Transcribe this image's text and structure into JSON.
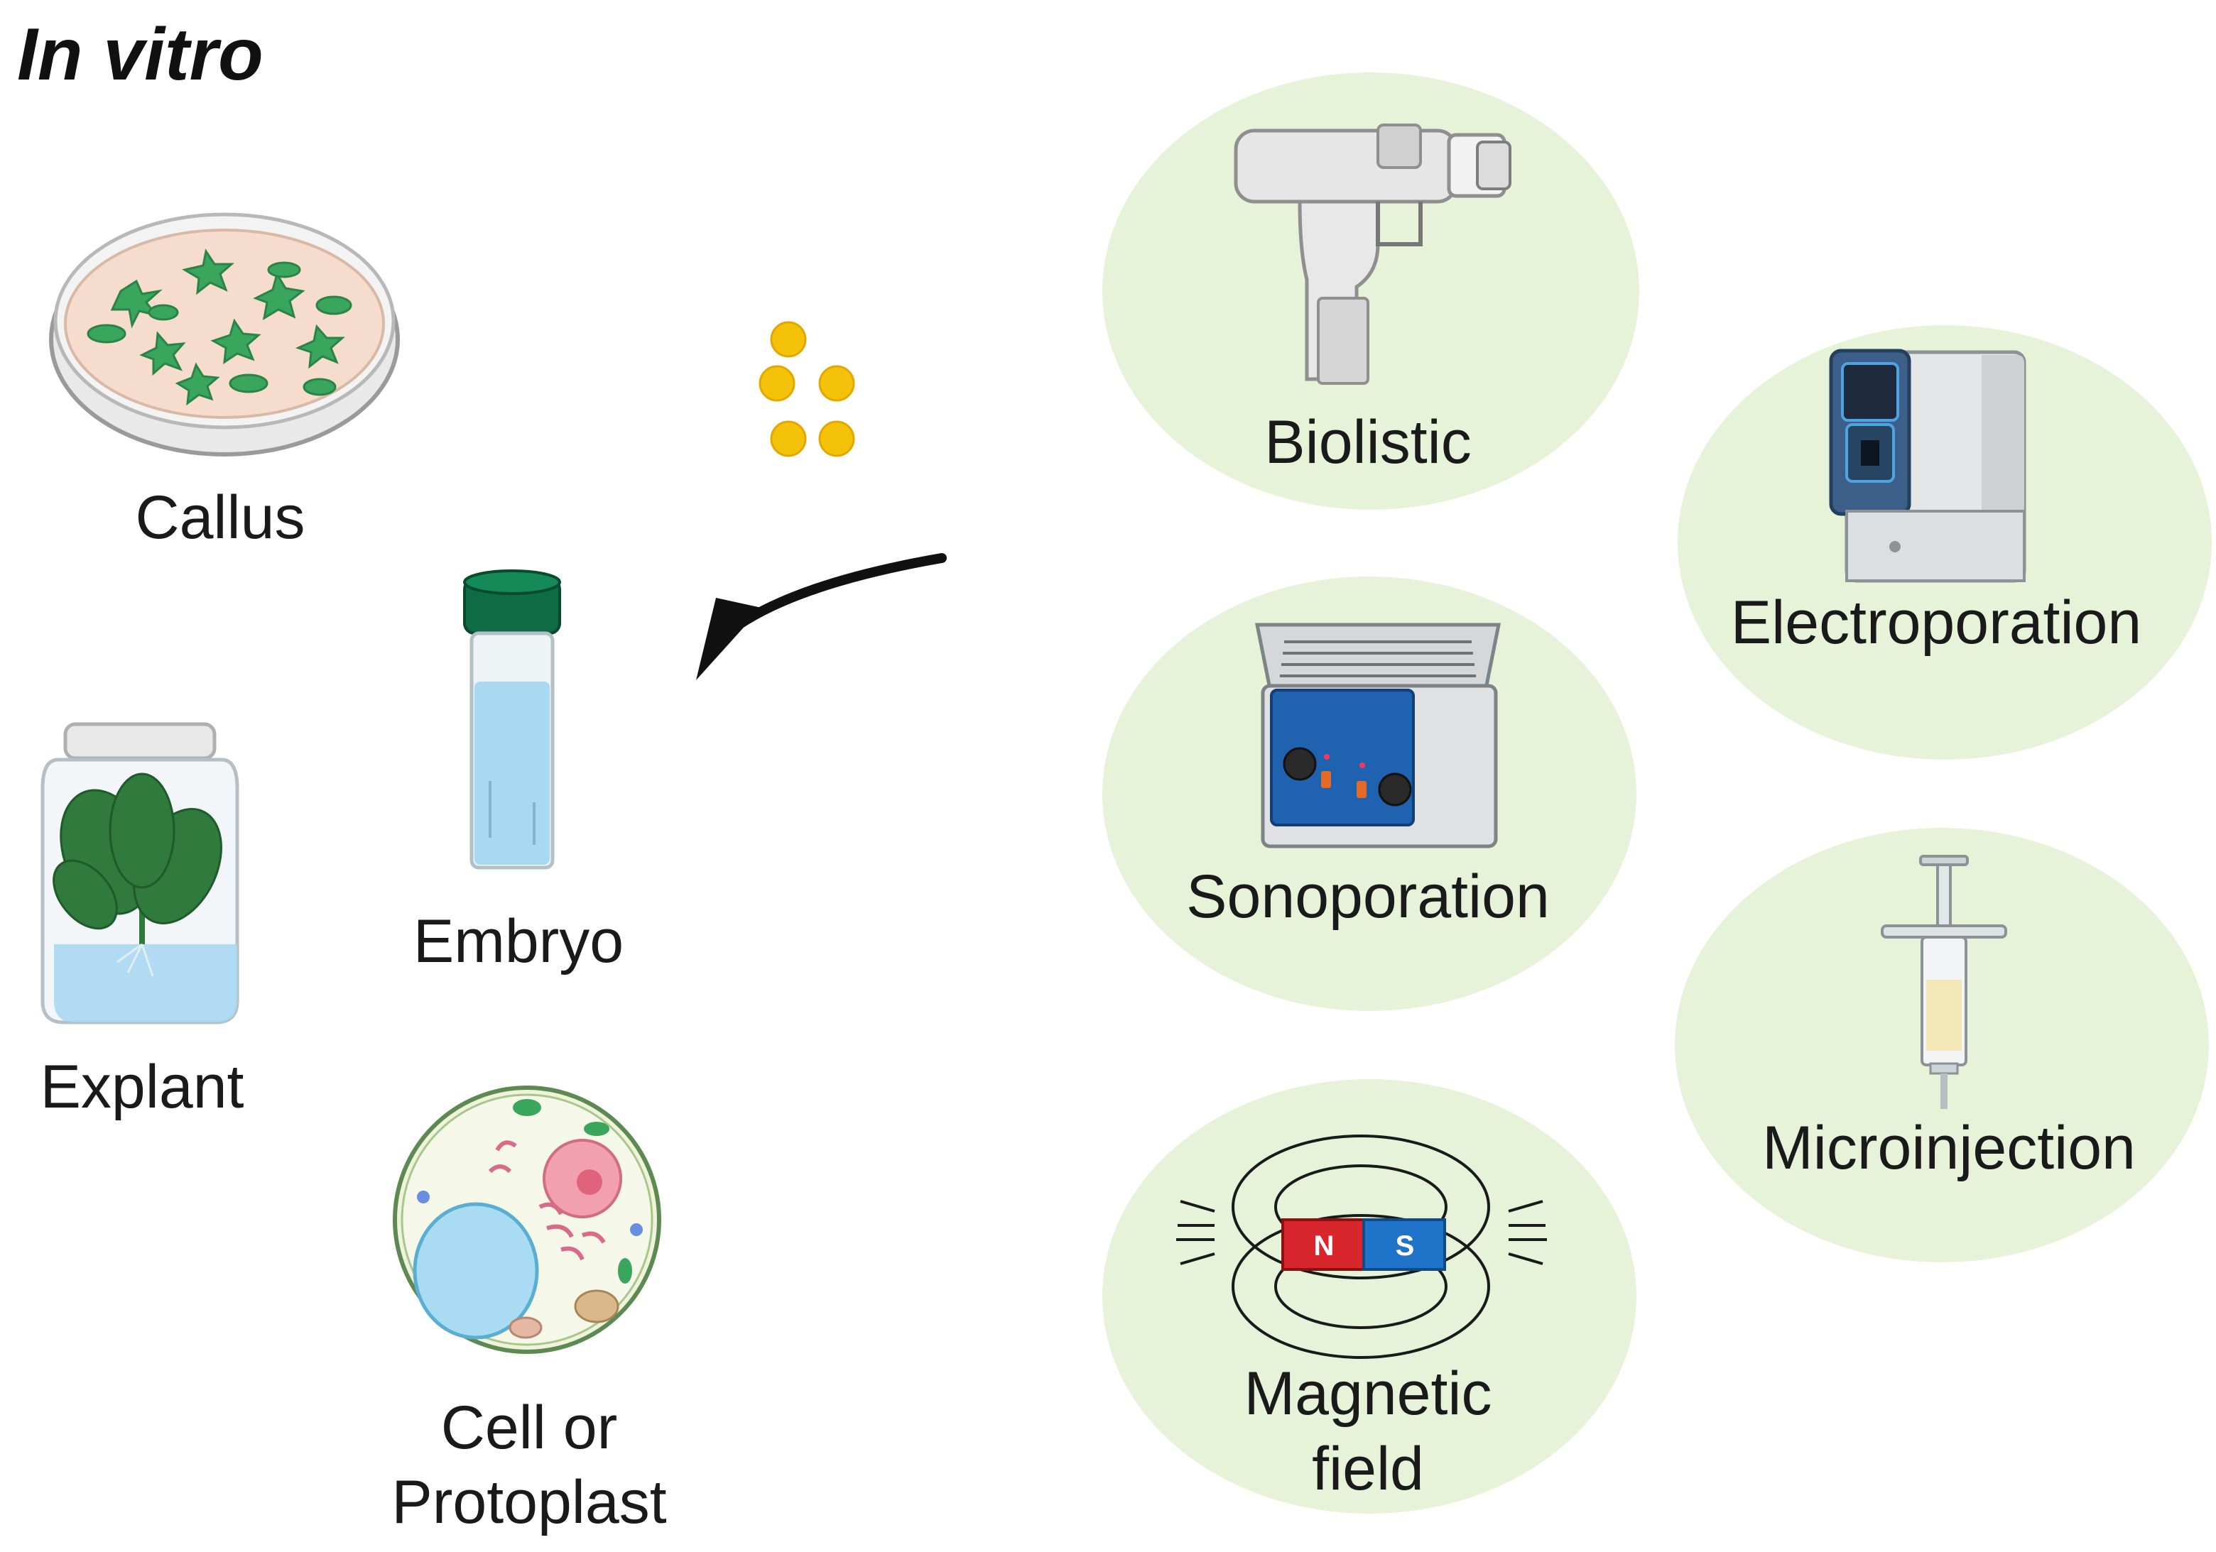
{
  "title": "In vitro",
  "targets": {
    "callus": "Callus",
    "explant": "Explant",
    "embryo": "Embryo",
    "cell_line1": "Cell or",
    "cell_line2": "Protoplast"
  },
  "methods": {
    "biolistic": "Biolistic",
    "electroporation": "Electroporation",
    "sonoporation": "Sonoporation",
    "microinjection": "Microinjection",
    "magnetic_line1": "Magnetic",
    "magnetic_line2": "field"
  },
  "magnet": {
    "north": "N",
    "south": "S"
  },
  "colors": {
    "method_circle": "#e6f3d8",
    "nanoparticle": "#f5c20a",
    "magnet_north": "#d9262c",
    "magnet_south": "#1f73c8",
    "tube_cap": "#0e6b45",
    "petri_medium": "#f6dccd",
    "cells_green": "#3aa55c"
  },
  "icons": [
    "petri-dish-icon",
    "jar-plant-icon",
    "tube-icon",
    "plant-cell-icon",
    "nanoparticles-icon",
    "arrow-icon",
    "gene-gun-icon",
    "electroporator-icon",
    "sonicator-icon",
    "syringe-icon",
    "magnet-icon"
  ]
}
